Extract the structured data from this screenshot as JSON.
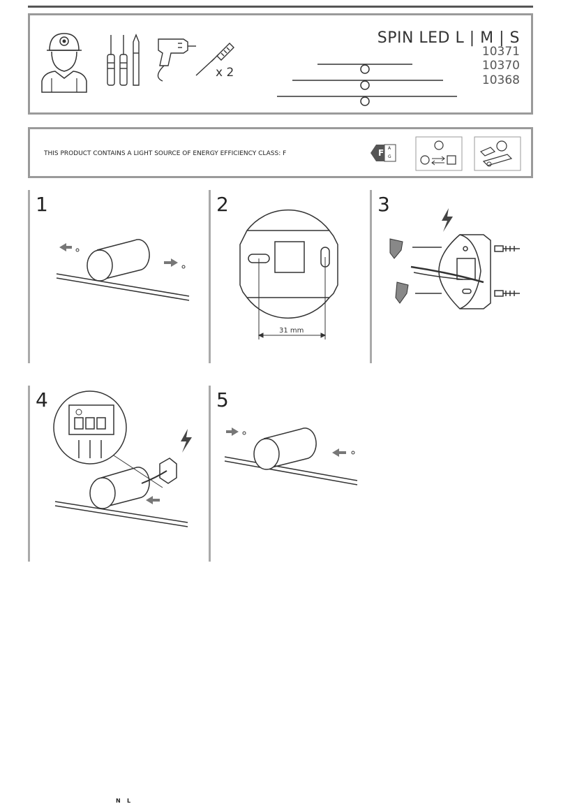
{
  "header": {
    "product_title": "SPIN LED L | M | S",
    "codes": [
      "10371",
      "10370",
      "10368"
    ],
    "screw_quantity": "x 2"
  },
  "energy": {
    "text": "THIS PRODUCT CONTAINS A LIGHT SOURCE OF ENERGY EFFICIENCY CLASS: F",
    "class_letter": "F",
    "scale_top": "A",
    "scale_bottom": "G"
  },
  "steps": [
    {
      "number": "1"
    },
    {
      "number": "2",
      "dimension": "31 mm"
    },
    {
      "number": "3"
    },
    {
      "number": "4",
      "terminals": [
        "N",
        "L"
      ]
    },
    {
      "number": "5"
    }
  ],
  "colors": {
    "border": "#9a9a9a",
    "line": "#333333",
    "arrow": "#777777"
  }
}
